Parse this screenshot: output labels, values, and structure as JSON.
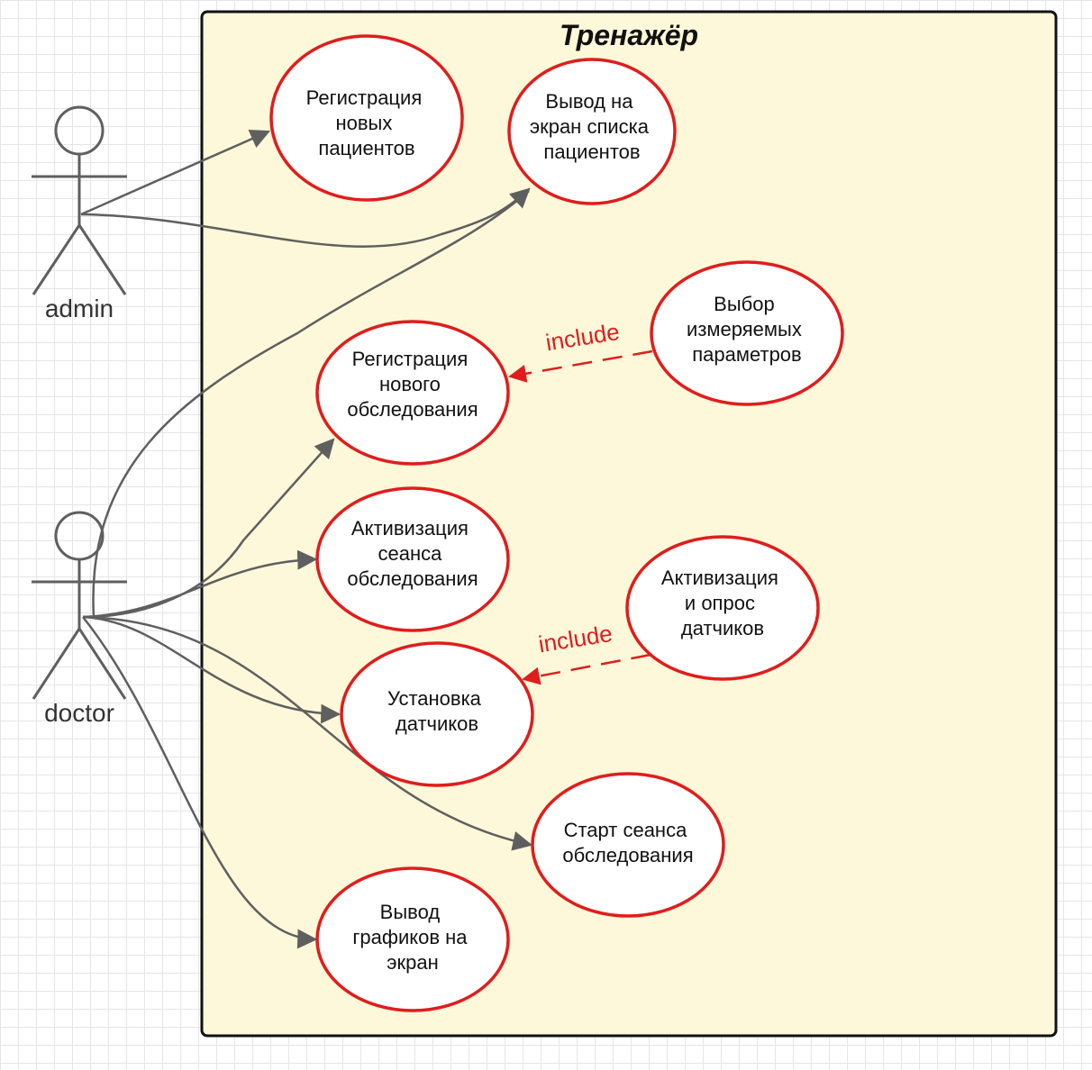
{
  "system": {
    "title": "Тренажёр"
  },
  "colors": {
    "boundary_fill": "#fdf8d9",
    "usecase_stroke": "#e01d1d",
    "association": "#5f5f5f",
    "include": "#e01d1d"
  },
  "actors": [
    {
      "id": "admin",
      "label": "admin"
    },
    {
      "id": "doctor",
      "label": "doctor"
    }
  ],
  "usecases": [
    {
      "id": "reg_patients",
      "lines": [
        "Регистрация",
        "новых",
        "пациентов"
      ]
    },
    {
      "id": "list_patients",
      "lines": [
        "Вывод на",
        "экран списка",
        "пациентов"
      ]
    },
    {
      "id": "reg_exam",
      "lines": [
        "Регистрация",
        "нового",
        "обследования"
      ]
    },
    {
      "id": "choose_params",
      "lines": [
        "Выбор",
        "измеряемых",
        "параметров"
      ]
    },
    {
      "id": "activate_session",
      "lines": [
        "Активизация",
        "сеанса",
        "обследования"
      ]
    },
    {
      "id": "activate_sensors",
      "lines": [
        "Активизация",
        "и опрос",
        "датчиков"
      ]
    },
    {
      "id": "install_sensors",
      "lines": [
        "Установка",
        "датчиков"
      ]
    },
    {
      "id": "start_session",
      "lines": [
        "Старт сеанса",
        "обследования"
      ]
    },
    {
      "id": "show_graphs",
      "lines": [
        "Вывод",
        "графиков на",
        "экран"
      ]
    }
  ],
  "relations": [
    {
      "type": "association",
      "from": "admin",
      "to": "reg_patients"
    },
    {
      "type": "association",
      "from": "admin",
      "to": "list_patients"
    },
    {
      "type": "association",
      "from": "doctor",
      "to": "list_patients"
    },
    {
      "type": "association",
      "from": "doctor",
      "to": "reg_exam"
    },
    {
      "type": "association",
      "from": "doctor",
      "to": "activate_session"
    },
    {
      "type": "association",
      "from": "doctor",
      "to": "install_sensors"
    },
    {
      "type": "association",
      "from": "doctor",
      "to": "start_session"
    },
    {
      "type": "association",
      "from": "doctor",
      "to": "show_graphs"
    },
    {
      "type": "include",
      "from": "choose_params",
      "to": "reg_exam",
      "label": "include"
    },
    {
      "type": "include",
      "from": "activate_sensors",
      "to": "install_sensors",
      "label": "include"
    }
  ]
}
